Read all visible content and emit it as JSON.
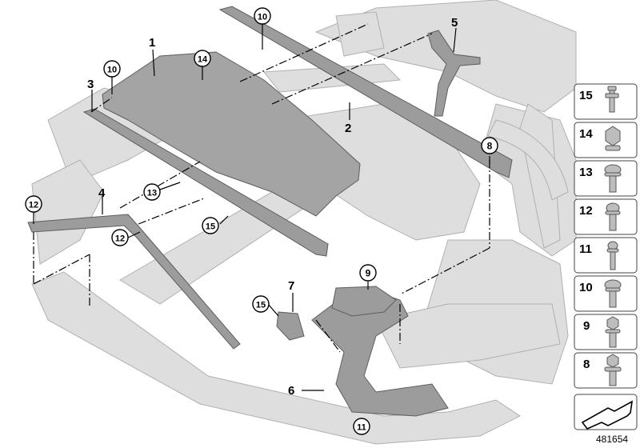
{
  "diagram": {
    "figure_id": "481654",
    "callouts": {
      "c1": "1",
      "c2": "2",
      "c3": "3",
      "c4": "4",
      "c5": "5",
      "c6": "6",
      "c7": "7",
      "c8": "8",
      "c9": "9",
      "c10a": "10",
      "c10b": "10",
      "c11": "11",
      "c12a": "12",
      "c12b": "12",
      "c13": "13",
      "c14": "14",
      "c15a": "15",
      "c15b": "15"
    },
    "legend": {
      "items": [
        "15",
        "14",
        "13",
        "12",
        "11",
        "10",
        "9",
        "8"
      ]
    },
    "colors": {
      "chassis": "#dcdcdc",
      "chassis_edge": "#a8a8a8",
      "part": "#9a9a9a",
      "part_dark": "#6e6e6e",
      "callout_ring": "#000000"
    }
  }
}
